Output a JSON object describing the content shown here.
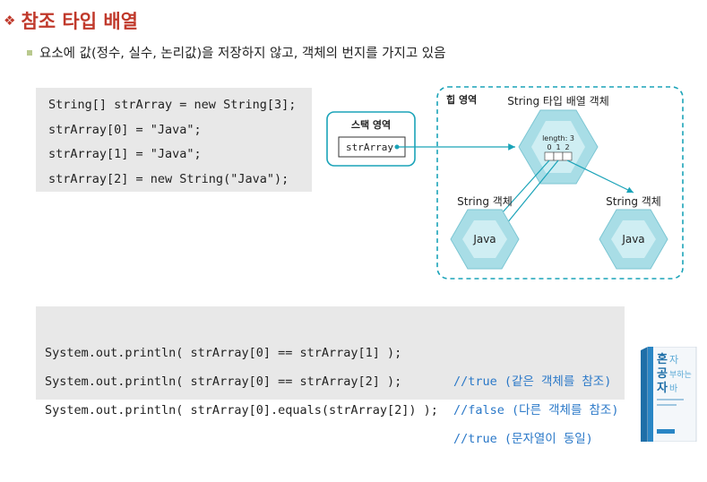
{
  "slide": {
    "title": "참조 타입 배열",
    "bullet": "요소에 값(정수, 실수, 논리값)을 저장하지 않고, 객체의 번지를 가지고 있음"
  },
  "code_top": {
    "lines": [
      "String[] strArray = new String[3];",
      "strArray[0] = \"Java\";",
      "strArray[1] = \"Java\";",
      "strArray[2] = new String(\"Java\");"
    ]
  },
  "diagram": {
    "stack_label": "스택 영역",
    "variable": "strArray",
    "heap_label": "힙 영역",
    "array_object_label": "String 타입 배열 객체",
    "length_text": "length: 3",
    "indices": [
      "0",
      "1",
      "2"
    ],
    "string_object_label_left": "String 객체",
    "string_object_label_right": "String 객체",
    "java_left": "Java",
    "java_right": "Java"
  },
  "code_bottom": {
    "lines": [
      {
        "code": "System.out.println( strArray[0] == strArray[1] );",
        "comment": "//true (같은 객체를 참조)"
      },
      {
        "code": "System.out.println( strArray[0] == strArray[2] );",
        "comment": "//false (다른 객체를 참조)"
      },
      {
        "code": "System.out.println( strArray[0].equals(strArray[2]) );",
        "comment": "//true (문자열이 동일)"
      }
    ]
  },
  "book": {
    "title_chars": [
      "혼",
      "공",
      "자"
    ],
    "title_tail": [
      "자",
      "부하는",
      "바"
    ]
  },
  "colors": {
    "title": "#c0392b",
    "comment": "#2a78c8",
    "hex_fill": "#a8dde6",
    "hex_inner": "#cfeef3",
    "arrow": "#1aa3b8",
    "heap_border": "#1aa3b8"
  }
}
